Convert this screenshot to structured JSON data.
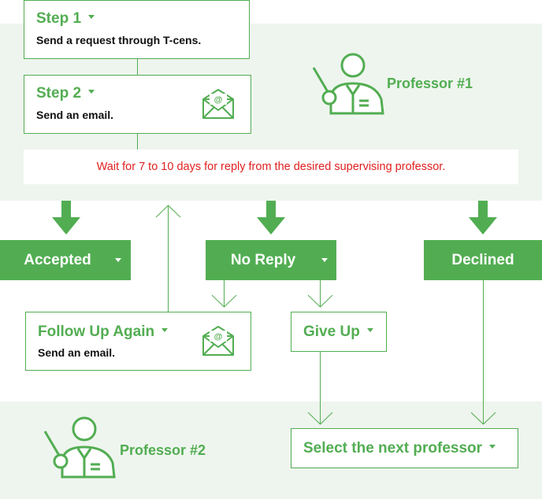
{
  "step1": {
    "title": "Step 1",
    "subtitle": "Send a request through T-cens."
  },
  "step2": {
    "title": "Step 2",
    "subtitle": "Send an email."
  },
  "wait_message": "Wait for 7 to 10 days for reply from the desired supervising professor.",
  "professor1": {
    "label": "Professor #1"
  },
  "professor2": {
    "label": "Professor #2"
  },
  "outcomes": {
    "accepted": "Accepted",
    "no_reply": "No Reply",
    "declined": "Declined"
  },
  "follow_up": {
    "title": "Follow Up Again",
    "subtitle": "Send an email."
  },
  "give_up": {
    "title": "Give Up"
  },
  "next_professor": {
    "title": "Select the next professor"
  },
  "colors": {
    "accent": "#52ad52",
    "band": "#eef5ee",
    "alert": "#e02020"
  },
  "icons": {
    "email": "email-envelope-icon",
    "professor": "professor-pointer-icon",
    "dropdown": "caret-down-icon",
    "arrow": "arrow-down-icon"
  }
}
